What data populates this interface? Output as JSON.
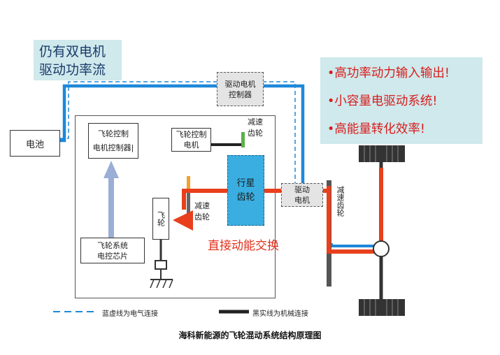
{
  "callout_left": {
    "line1": "仍有双电机",
    "line2": "驱动功率流"
  },
  "callout_right": {
    "items": [
      "•高功率动力输入输出!",
      "•小容量电驱动系统!",
      "•高能量转化效率!"
    ]
  },
  "battery": {
    "label": "电池"
  },
  "drive_motor_controller": {
    "line1": "驱动电机",
    "line2": "控制器"
  },
  "flywheel_motor_controller": {
    "line1": "飞轮控制",
    "line2": "电机控制器|"
  },
  "flywheel_control_motor": {
    "line1": "飞轮控制",
    "line2": "电机"
  },
  "reduction_gear_top": {
    "line1": "减速",
    "line2": "齿轮"
  },
  "planetary_gear": {
    "line1": "行星",
    "line2": "齿轮"
  },
  "drive_motor": {
    "line1": "驱动",
    "line2": "电机"
  },
  "reduction_gear_right": {
    "label": "减速齿轮"
  },
  "reduction_gear_mid": {
    "line1": "减速",
    "line2": "齿轮"
  },
  "flywheel": {
    "label": "飞轮"
  },
  "flywheel_chip": {
    "line1": "飞轮系统",
    "line2": "电控芯片"
  },
  "direct_exchange": {
    "label": "直接动能交换"
  },
  "legend": {
    "dashed": "蓝虚线为电气连接",
    "solid": "黑实线为机械连接"
  },
  "caption": {
    "text": "海科新能源的飞轮混动系统结构原理图"
  },
  "colors": {
    "electric": "#1e88d8",
    "mechanical": "#222222",
    "power_flow": "#e8401c",
    "arrow": "#9aaed6",
    "planetary": "#3aaee0",
    "callout_bg": "#cfe9ec"
  }
}
